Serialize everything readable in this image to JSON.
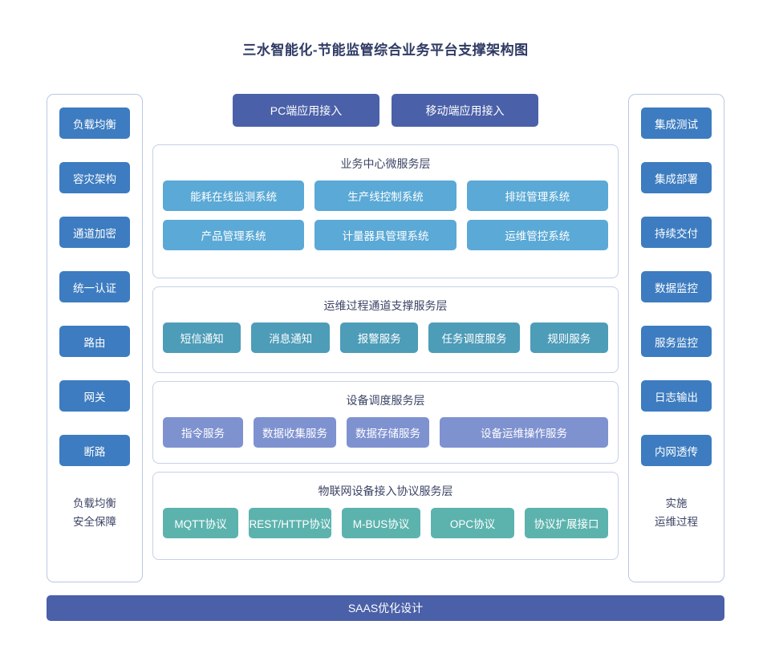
{
  "title": "三水智能化-节能监管综合业务平台支撑架构图",
  "colors": {
    "title_text": "#2e3a63",
    "sidebar_chip": "#3d7cc0",
    "access_button": "#4a60a8",
    "business_node": "#5aa9d6",
    "support_node": "#4d9cb8",
    "device_node": "#7f92d0",
    "iot_node": "#5cb3ae",
    "bottom_bar": "#4a60a8",
    "panel_border": "#c3d1e8",
    "sidebar_border": "#b9c8e2"
  },
  "left_sidebar": {
    "items": [
      {
        "label": "负载均衡"
      },
      {
        "label": "容灾架构"
      },
      {
        "label": "通道加密"
      },
      {
        "label": "统一认证"
      },
      {
        "label": "路由"
      },
      {
        "label": "网关"
      },
      {
        "label": "断路"
      }
    ],
    "footer_line1": "负载均衡",
    "footer_line2": "安全保障"
  },
  "right_sidebar": {
    "items": [
      {
        "label": "集成测试"
      },
      {
        "label": "集成部署"
      },
      {
        "label": "持续交付"
      },
      {
        "label": "数据监控"
      },
      {
        "label": "服务监控"
      },
      {
        "label": "日志输出"
      },
      {
        "label": "内网透传"
      }
    ],
    "footer_line1": "实施",
    "footer_line2": "运维过程"
  },
  "access_row": {
    "buttons": [
      {
        "label": "PC端应用接入"
      },
      {
        "label": "移动端应用接入"
      }
    ]
  },
  "layers": {
    "business": {
      "title": "业务中心微服务层",
      "row1": [
        {
          "label": "能耗在线监测系统"
        },
        {
          "label": "生产线控制系统"
        },
        {
          "label": "排班管理系统"
        }
      ],
      "row2": [
        {
          "label": "产品管理系统"
        },
        {
          "label": "计量器具管理系统"
        },
        {
          "label": "运维管控系统"
        }
      ]
    },
    "support": {
      "title": "运维过程通道支撑服务层",
      "row1": [
        {
          "label": "短信通知"
        },
        {
          "label": "消息通知"
        },
        {
          "label": "报警服务"
        },
        {
          "label": "任务调度服务"
        },
        {
          "label": "规则服务"
        }
      ]
    },
    "device": {
      "title": "设备调度服务层",
      "row1": [
        {
          "label": "指令服务"
        },
        {
          "label": "数据收集服务"
        },
        {
          "label": "数据存储服务"
        },
        {
          "label": "设备运维操作服务"
        }
      ]
    },
    "iot": {
      "title": "物联网设备接入协议服务层",
      "row1": [
        {
          "label": "MQTT协议"
        },
        {
          "label": "REST/HTTP协议"
        },
        {
          "label": "M-BUS协议"
        },
        {
          "label": "OPC协议"
        },
        {
          "label": "协议扩展接口"
        }
      ]
    }
  },
  "bottom_bar": {
    "label": "SAAS优化设计"
  }
}
